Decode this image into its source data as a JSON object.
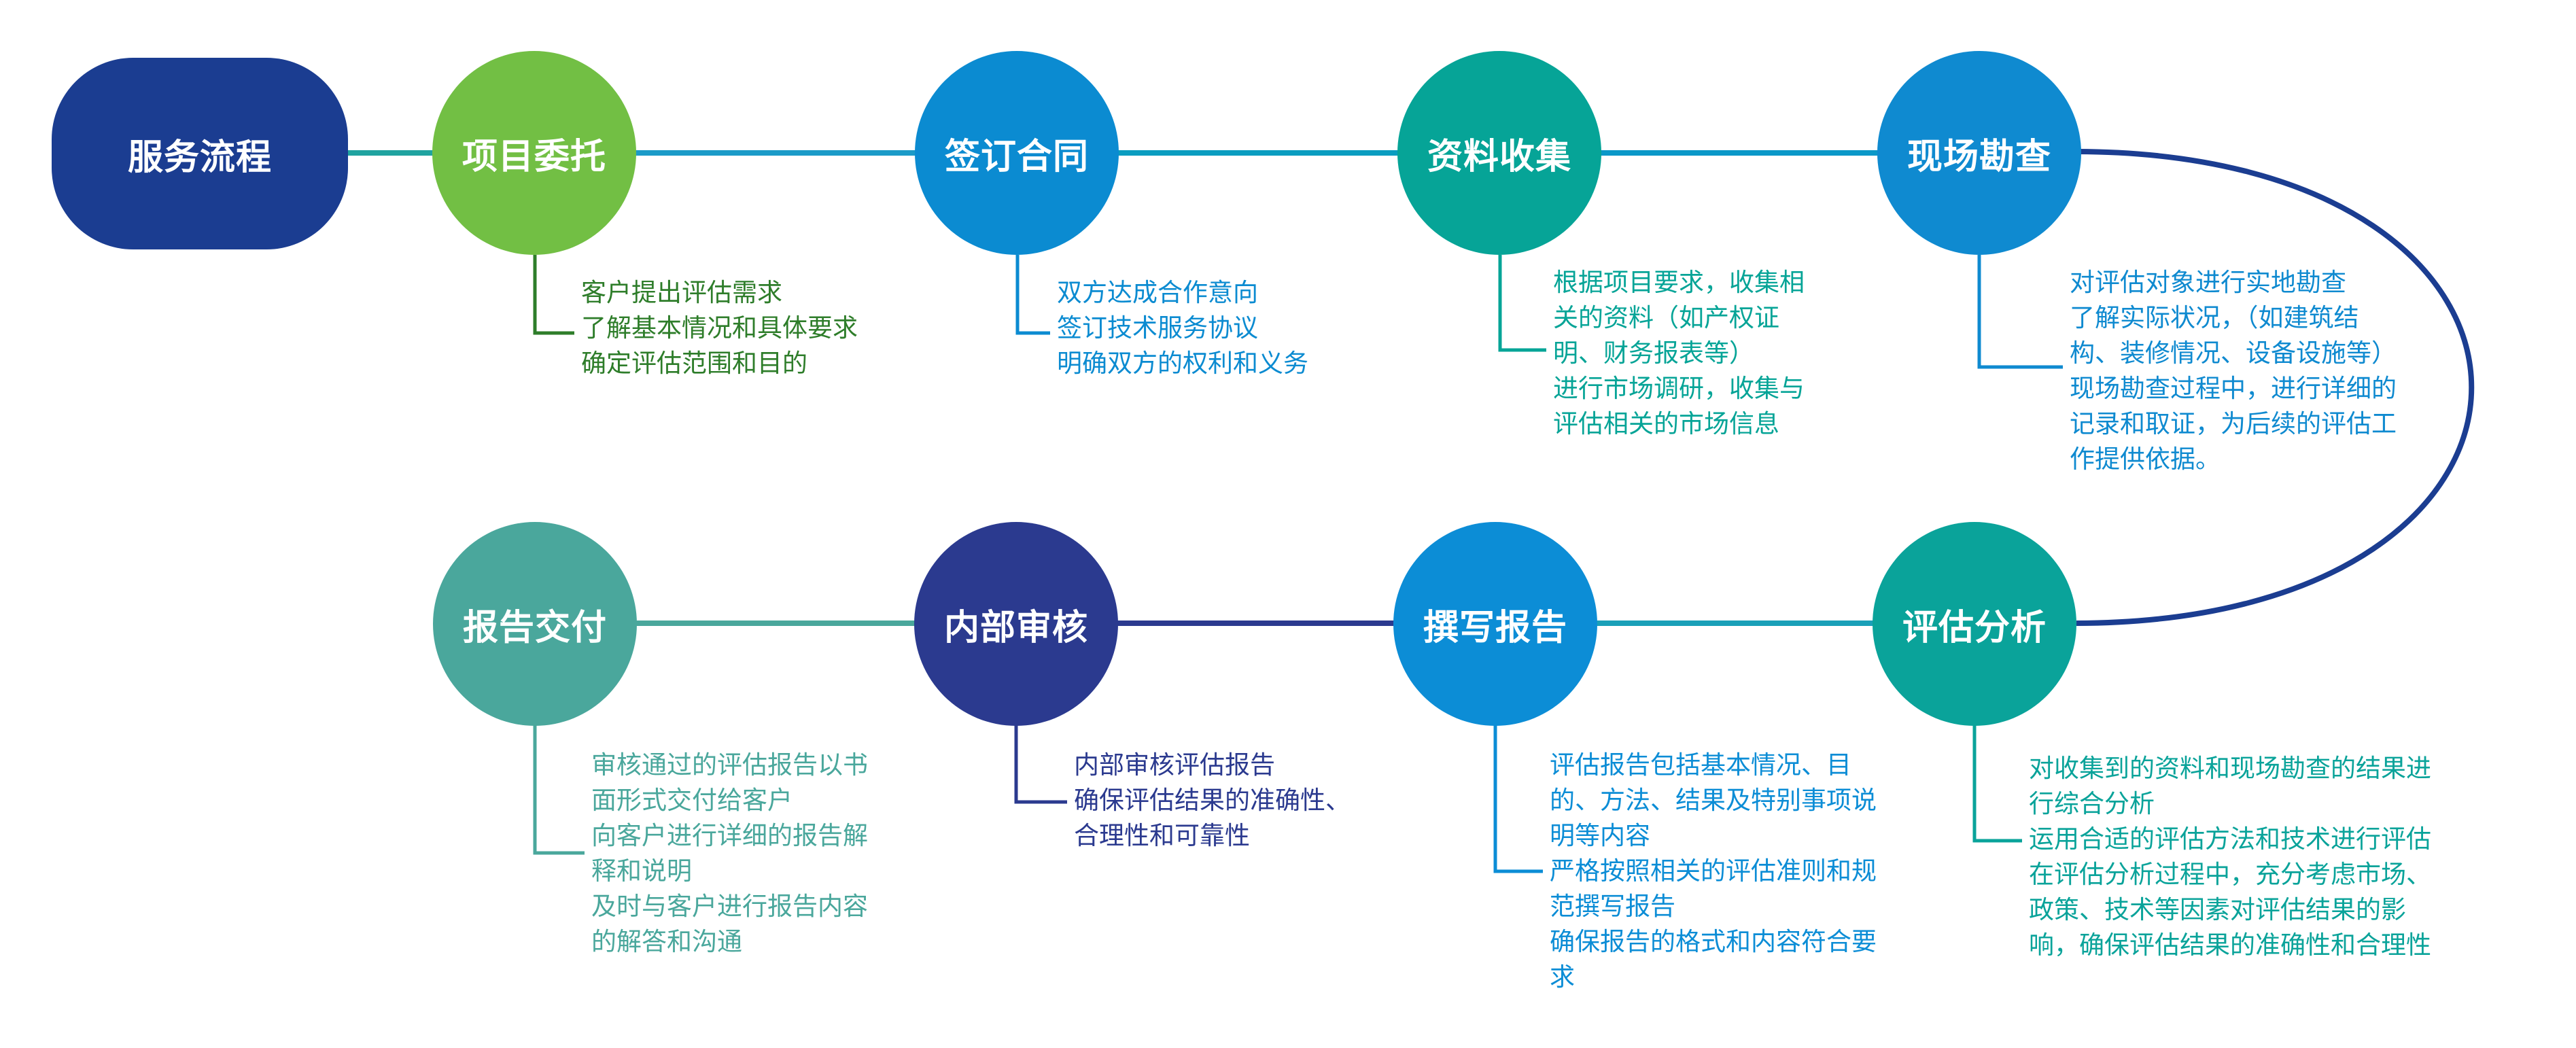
{
  "colors": {
    "title": "#1b3d91",
    "entrust": "#72bf44",
    "contract": "#0b8bd1",
    "collect": "#06a497",
    "survey": "#0f8ad0",
    "analysis": "#0aa39a",
    "write": "#0c8dd6",
    "review": "#2b3a8f",
    "deliver": "#4aa79c",
    "arc": "#1b3d91"
  },
  "title_node": {
    "label": "服务流程"
  },
  "steps": [
    {
      "label": "项目委托",
      "lines": [
        "客户提出评估需求",
        "了解基本情况和具体要求",
        "确定评估范围和目的"
      ]
    },
    {
      "label": "签订合同",
      "lines": [
        "双方达成合作意向",
        "签订技术服务协议",
        "明确双方的权利和义务"
      ]
    },
    {
      "label": "资料收集",
      "lines": [
        "根据项目要求，收集相",
        "关的资料（如产权证",
        "明、财务报表等）",
        "进行市场调研，收集与",
        "评估相关的市场信息"
      ]
    },
    {
      "label": "现场勘查",
      "lines": [
        "对评估对象进行实地勘查",
        "了解实际状况，（如建筑结",
        "构、装修情况、设备设施等）",
        "现场勘查过程中，进行详细的",
        "记录和取证，为后续的评估工",
        "作提供依据。"
      ]
    },
    {
      "label": "评估分析",
      "lines": [
        "对收集到的资料和现场勘查的结果进",
        "行综合分析",
        "运用合适的评估方法和技术进行评估",
        "在评估分析过程中，充分考虑市场、",
        "政策、技术等因素对评估结果的影",
        "响，确保评估结果的准确性和合理性"
      ]
    },
    {
      "label": "撰写报告",
      "lines": [
        "评估报告包括基本情况、目",
        "的、方法、结果及特别事项说",
        "明等内容",
        "严格按照相关的评估准则和规",
        "范撰写报告",
        "确保报告的格式和内容符合要",
        "求"
      ]
    },
    {
      "label": "内部审核",
      "lines": [
        "内部审核评估报告",
        "确保评估结果的准确性、",
        "合理性和可靠性"
      ]
    },
    {
      "label": "报告交付",
      "lines": [
        "审核通过的评估报告以书",
        "面形式交付给客户",
        "向客户进行详细的报告解",
        "释和说明",
        "及时与客户进行报告内容",
        "的解答和沟通"
      ]
    }
  ]
}
